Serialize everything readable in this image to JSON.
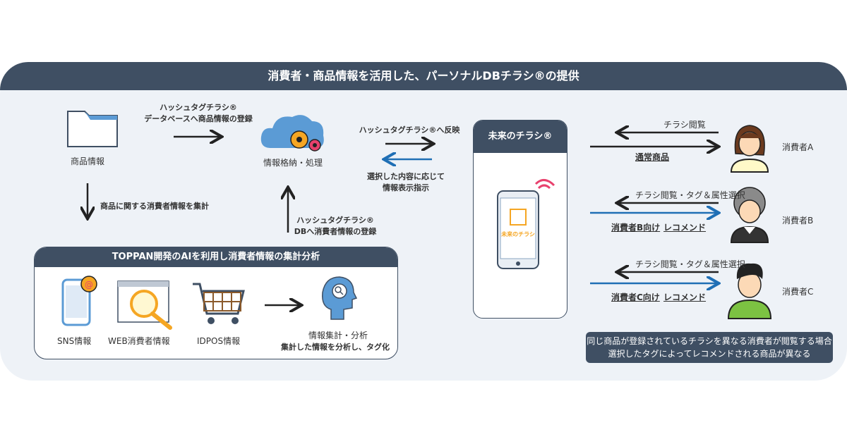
{
  "title": "消費者・商品情報を活用した、パーソナルDBチラシ®の提供",
  "product_info": "商品情報",
  "hashtag_db_line1": "ハッシュタグチラシ®",
  "hashtag_db_line2": "データベースへ商品情報の登録",
  "storage_label": "情報格納・処理",
  "aggregate_label": "商品に関する消費者情報を集計",
  "hashtag_reg_line1": "ハッシュタグチラシ®",
  "hashtag_reg_line2": "DBへ消費者情報の登録",
  "reflect_label": "ハッシュタグチラシ®へ反映",
  "instruct_line1": "選択した内容に応じて",
  "instruct_line2": "情報表示指示",
  "mirai_title": "未来のチラシ®",
  "mirai_logo_text": "未来のチラシ",
  "ai_box": {
    "title": "TOPPAN開発のAIを利用し消費者情報の集計分析",
    "sns": "SNS情報",
    "web": "WEB消費者情報",
    "idpos": "IDPOS情報",
    "result_line1": "情報集計・分析",
    "result_line2": "集計した情報を分析し、タグ化"
  },
  "consumers": [
    {
      "name": "消費者A",
      "top": "チラシ閲覧",
      "bottom": "通常商品"
    },
    {
      "name": "消費者B",
      "top": "チラシ閲覧・タグ＆属性選択",
      "bottom1": "消費者B向け",
      "bottom2": "レコメンド"
    },
    {
      "name": "消費者C",
      "top": "チラシ閲覧・タグ＆属性選択",
      "bottom1": "消費者C向け",
      "bottom2": "レコメンド"
    }
  ],
  "note_line1": "同じ商品が登録されているチラシを異なる消費者が閲覧する場合",
  "note_line2": "選択したタグによってレコメンドされる商品が異なる",
  "colors": {
    "navy": "#3f4f63",
    "blue_arrow": "#1f6fb5",
    "panel": "#eef2f7",
    "icon_blue": "#5b9bd5",
    "orange": "#f5a623"
  }
}
